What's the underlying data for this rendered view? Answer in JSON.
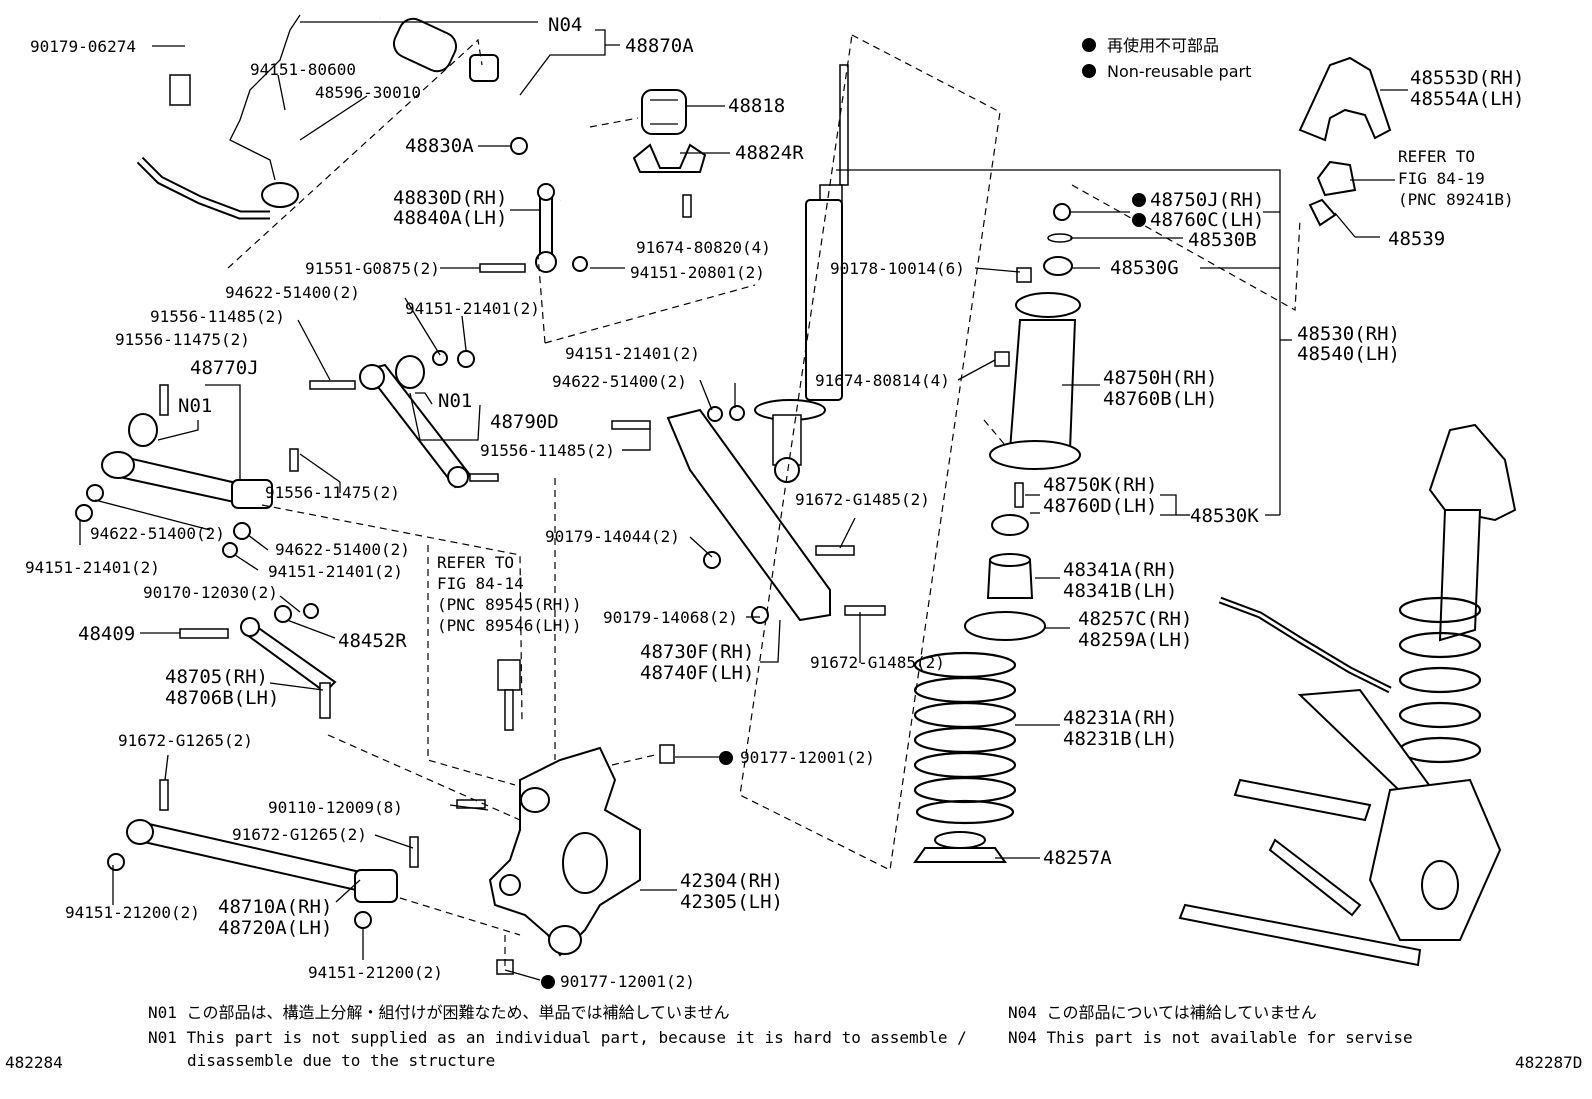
{
  "legend": {
    "jp": "再使用不可部品",
    "en": "Non-reusable part"
  },
  "labels": {
    "p90179_06274": "90179-06274",
    "p94151_80600": "94151-80600",
    "p48596_30010": "48596-30010",
    "n04_top": "N04",
    "p48870A": "48870A",
    "p48818": "48818",
    "p48830A": "48830A",
    "p48824R": "48824R",
    "p48830D": "48830D(RH)",
    "p48840A": "48840A(LH)",
    "p91674_80820": "91674-80820(4)",
    "p91551_G0875": "91551-G0875(2)",
    "p94151_20801": "94151-20801(2)",
    "p94622_51400_a": "94622-51400(2)",
    "p94151_21401_a": "94151-21401(2)",
    "p91556_11485_a": "91556-11485(2)",
    "p91556_11475_a": "91556-11475(2)",
    "p48770J": "48770J",
    "n01_a": "N01",
    "n01_b": "N01",
    "p48790D": "48790D",
    "p94151_21401_b": "94151-21401(2)",
    "p94622_51400_b": "94622-51400(2)",
    "p91556_11485_b": "91556-11485(2)",
    "p91556_11475_b": "91556-11475(2)",
    "p94622_51400_c": "94622-51400(2)",
    "p94151_21401_c": "94151-21401(2)",
    "p94622_51400_d": "94622-51400(2)",
    "p94151_21401_d": "94151-21401(2)",
    "p90170_12030": "90170-12030(2)",
    "p48409": "48409",
    "p48452R": "48452R",
    "p48705": "48705(RH)",
    "p48706B": "48706B(LH)",
    "refer_a1": "REFER TO",
    "refer_a2": "FIG 84-14",
    "refer_a3": "(PNC 89545(RH))",
    "refer_a4": "(PNC 89546(LH))",
    "p90179_14044": "90179-14044(2)",
    "p90179_14068": "90179-14068(2)",
    "p48730F": "48730F(RH)",
    "p48740F": "48740F(LH)",
    "p91672_G1485_a": "91672-G1485(2)",
    "p91672_G1485_b": "91672-G1485(2)",
    "p90178_10014": "90178-10014(6)",
    "p91674_80814": "91674-80814(4)",
    "p91672_G1265_a": "91672-G1265(2)",
    "p90110_12009": "90110-12009(8)",
    "p91672_G1265_b": "91672-G1265(2)",
    "p90177_12001_a": "90177-12001(2)",
    "p42304": "42304(RH)",
    "p42305": "42305(LH)",
    "p94151_21200_a": "94151-21200(2)",
    "p48710A": "48710A(RH)",
    "p48720A": "48720A(LH)",
    "p94151_21200_b": "94151-21200(2)",
    "p90177_12001_b": "90177-12001(2)",
    "p48750J": "48750J(RH)",
    "p48760C": "48760C(LH)",
    "p48530B": "48530B",
    "p48530G": "48530G",
    "p48530": "48530(RH)",
    "p48540": "48540(LH)",
    "p48750H": "48750H(RH)",
    "p48760B": "48760B(LH)",
    "p48750K": "48750K(RH)",
    "p48760D": "48760D(LH)",
    "p48530K": "48530K",
    "p48341A": "48341A(RH)",
    "p48341B": "48341B(LH)",
    "p48257C": "48257C(RH)",
    "p48259A": "48259A(LH)",
    "p48231A": "48231A(RH)",
    "p48231B": "48231B(LH)",
    "p48257A": "48257A",
    "p48553D": "48553D(RH)",
    "p48554A": "48554A(LH)",
    "refer_b1": "REFER TO",
    "refer_b2": "FIG 84-19",
    "refer_b3": "(PNC 89241B)",
    "p48539": "48539"
  },
  "notes": {
    "n01_jp": "N01 この部品は、構造上分解・組付けが困難なため、単品では補給していません",
    "n01_en1": "N01 This part is not supplied as an individual part, because it is hard to assemble /",
    "n01_en2": "disassemble due to the structure",
    "n04_jp": "N04 この部品については補給していません",
    "n04_en": "N04 This part is not available for servise"
  },
  "footer": {
    "left_code": "482284",
    "right_code": "482287D"
  }
}
